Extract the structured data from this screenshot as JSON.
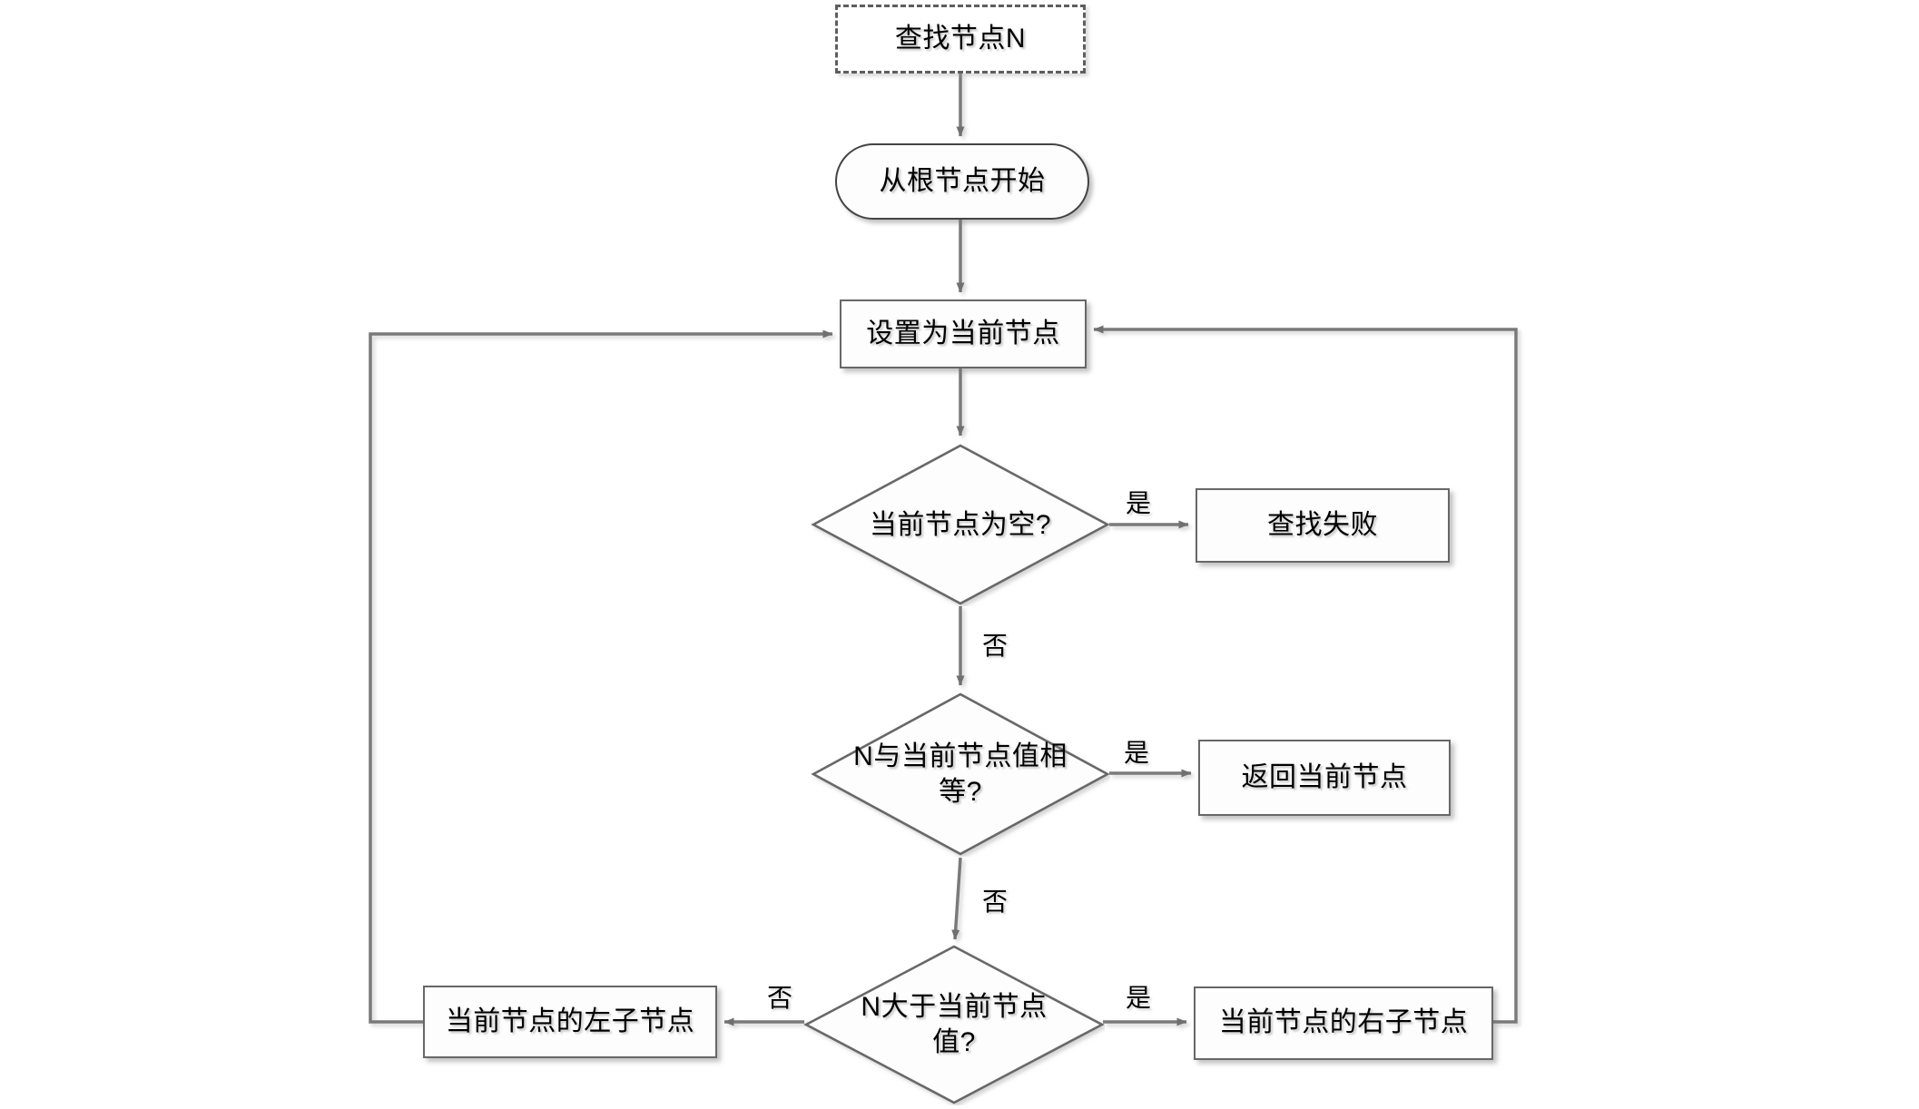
{
  "diagram": {
    "title": "二叉搜索树查找流程图",
    "stroke_color": "#676767",
    "line_color": "#7a7a7a",
    "background": "#ffffff"
  },
  "nodes": {
    "start": {
      "label": "查找节点N",
      "shape": "dashed-rect"
    },
    "from_root": {
      "label": "从根节点开始",
      "shape": "stadium"
    },
    "set_current": {
      "label": "设置为当前节点",
      "shape": "rect"
    },
    "is_empty": {
      "label": "当前节点为空?",
      "shape": "diamond"
    },
    "search_fail": {
      "label": "查找失败",
      "shape": "rect"
    },
    "equals": {
      "label": "N与当前节点值相等?",
      "shape": "diamond"
    },
    "return_node": {
      "label": "返回当前节点",
      "shape": "rect"
    },
    "greater": {
      "label": "N大于当前节点值?",
      "shape": "diamond"
    },
    "left_child": {
      "label": "当前节点的左子节点",
      "shape": "rect"
    },
    "right_child": {
      "label": "当前节点的右子节点",
      "shape": "rect"
    }
  },
  "edge_labels": {
    "empty_yes": "是",
    "empty_no": "否",
    "equals_yes": "是",
    "equals_no": "否",
    "greater_yes": "是",
    "greater_no": "否"
  }
}
